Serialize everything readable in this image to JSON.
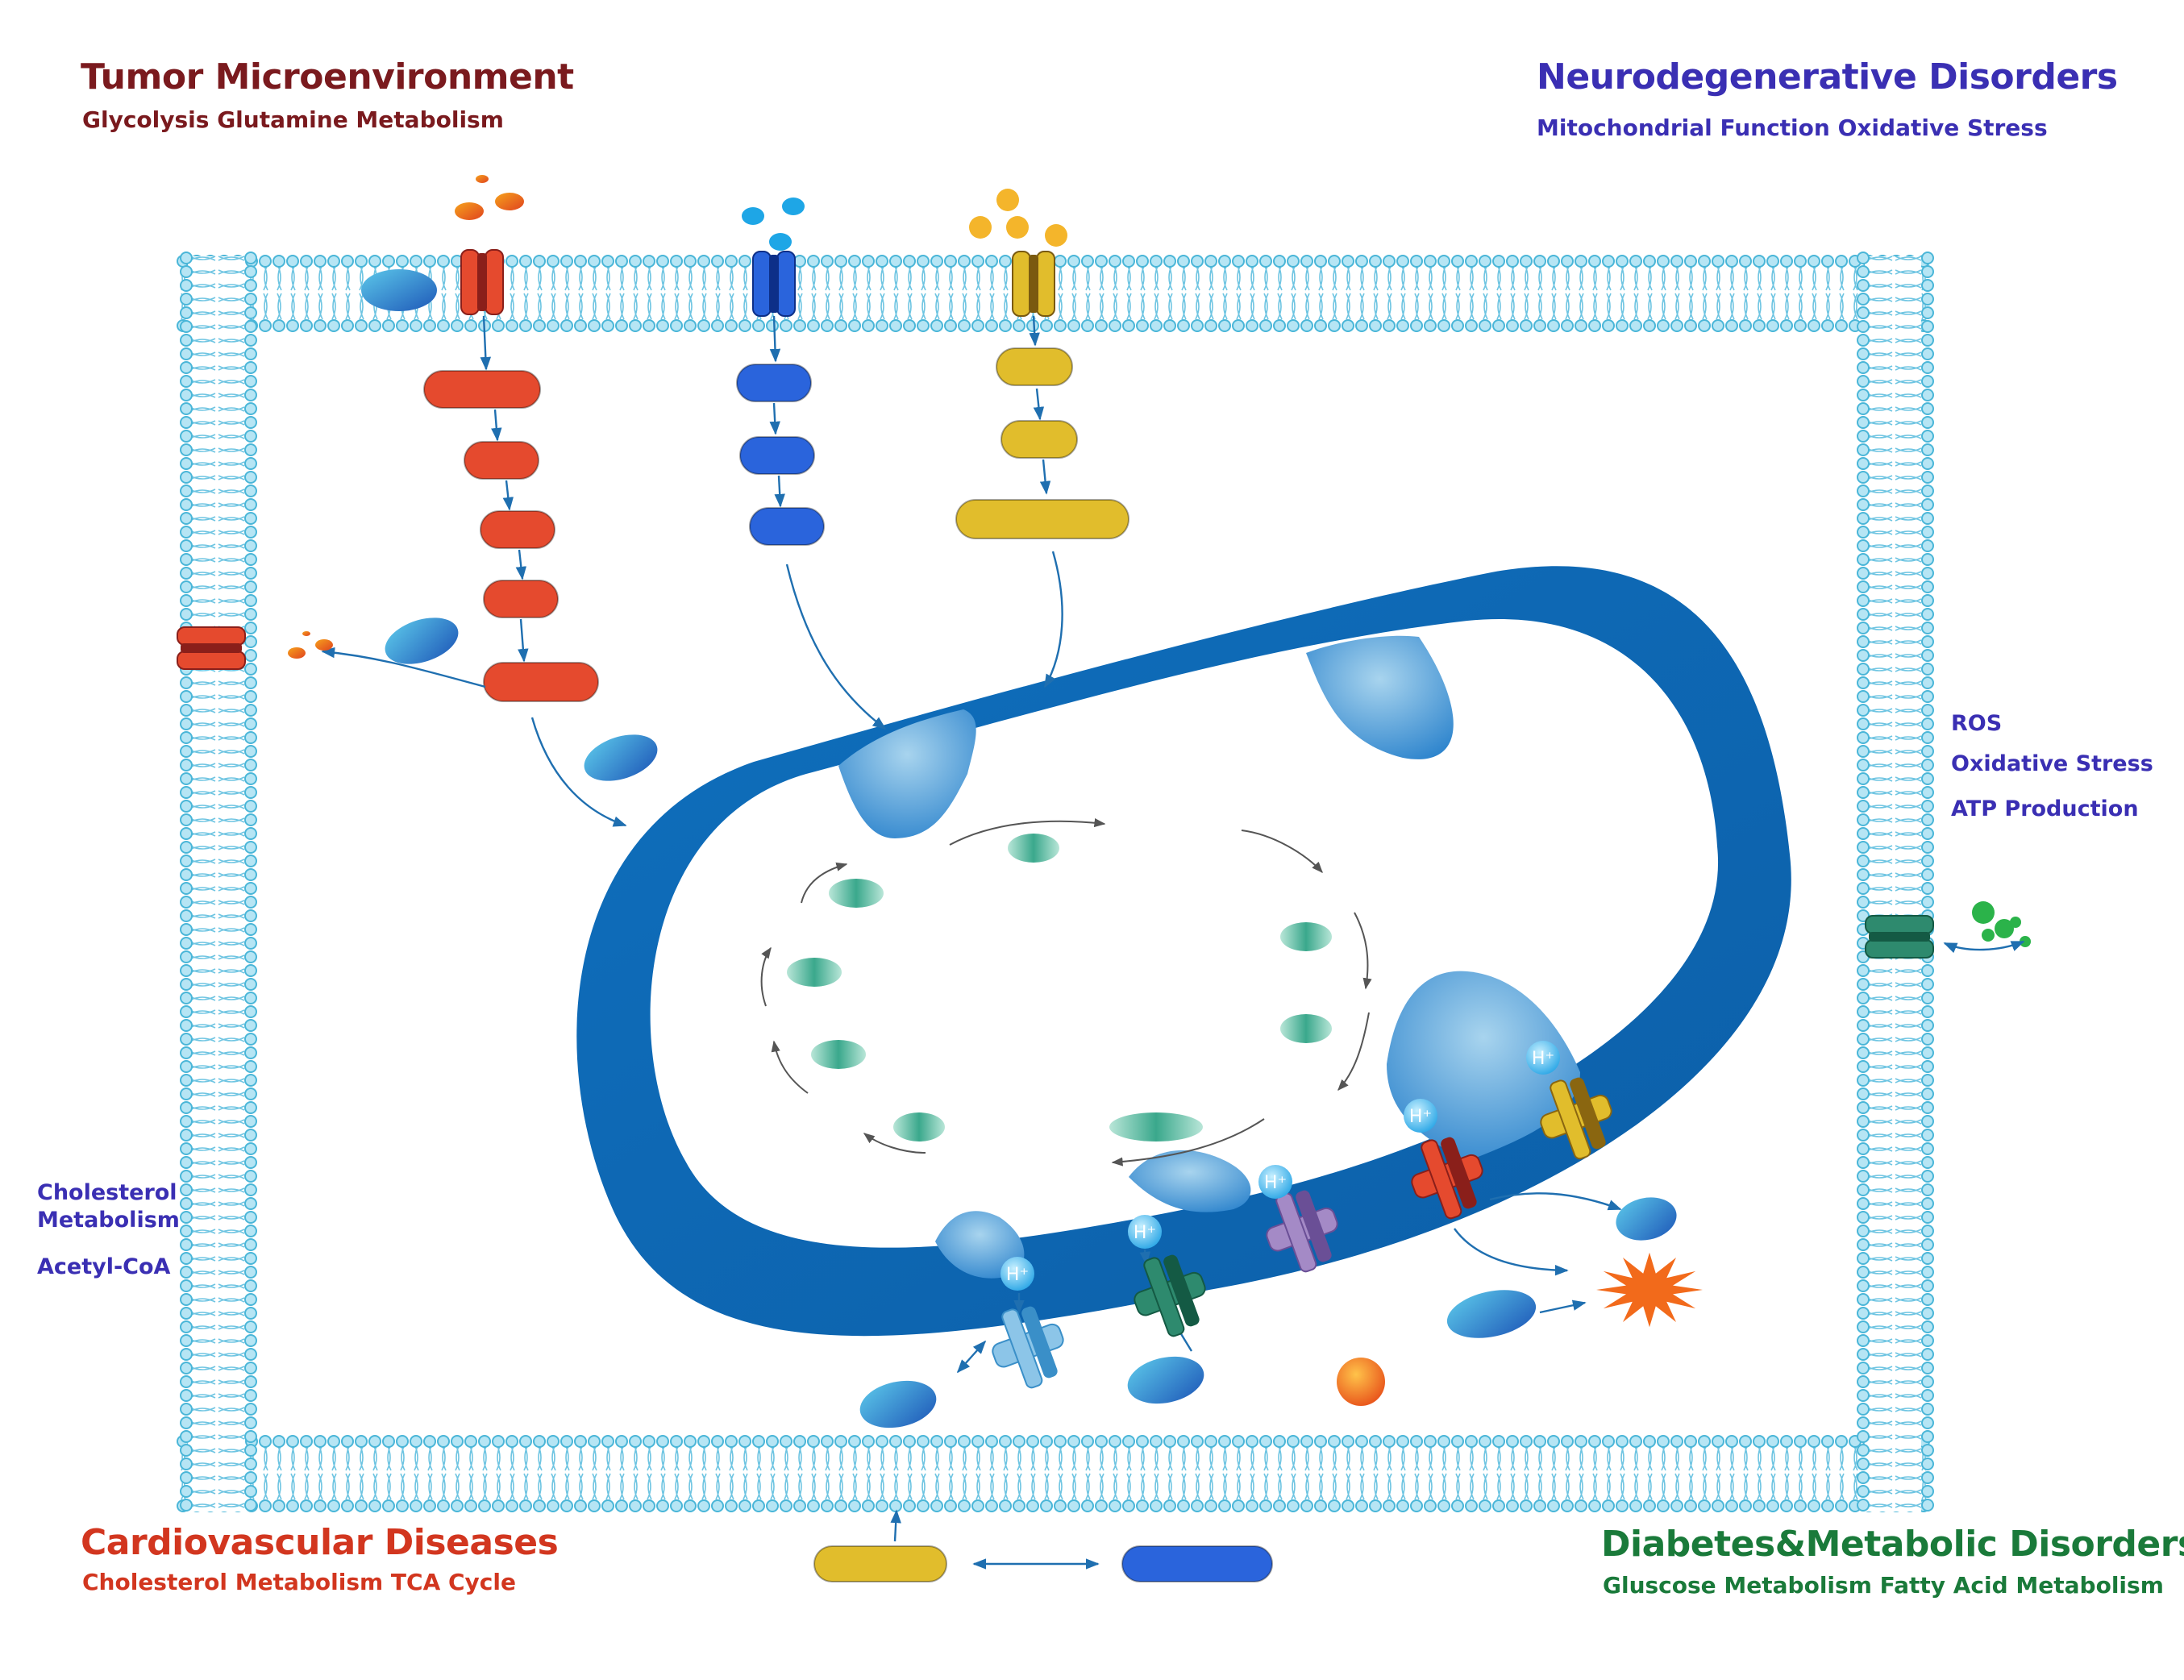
{
  "colors": {
    "tumor": "#7a1a1e",
    "neuro": "#3a2fb3",
    "cardio": "#d2361f",
    "diabetes": "#1a7a3a",
    "membrane": "#4ab6d8",
    "mito": "#0a6ab8",
    "red_enzyme": "#e54a2e",
    "blue_enzyme": "#2a64dc",
    "yellow_enzyme": "#e1bd2c",
    "teal_enzyme": "#3aa88c"
  },
  "corners": {
    "tumor": {
      "title": "Tumor Microenvironment",
      "subtitle": "Glycolysis  Glutamine Metabolism"
    },
    "neuro": {
      "title": "Neurodegenerative Disorders",
      "subtitle": "Mitochondrial Function  Oxidative Stress"
    },
    "cardio": {
      "title": "Cardiovascular Diseases",
      "subtitle": "Cholesterol Metabolism  TCA Cycle"
    },
    "diabetes": {
      "title": "Diabetes&Metabolic Disorders",
      "subtitle": "Gluscose Metabolism Fatty Acid Metabolism"
    }
  },
  "side_right": [
    "ROS",
    "Oxidative Stress",
    "ATP Production"
  ],
  "side_left": {
    "line1": "Cholesterol",
    "line2": "Metabolism",
    "line3": "Acetyl-CoA"
  },
  "proton_label": "H⁺",
  "icons": [
    "transporter-channel-icon",
    "atp-synthase-complex-icon",
    "proton-icon",
    "ros-burst-icon",
    "mitochondrion-icon"
  ]
}
